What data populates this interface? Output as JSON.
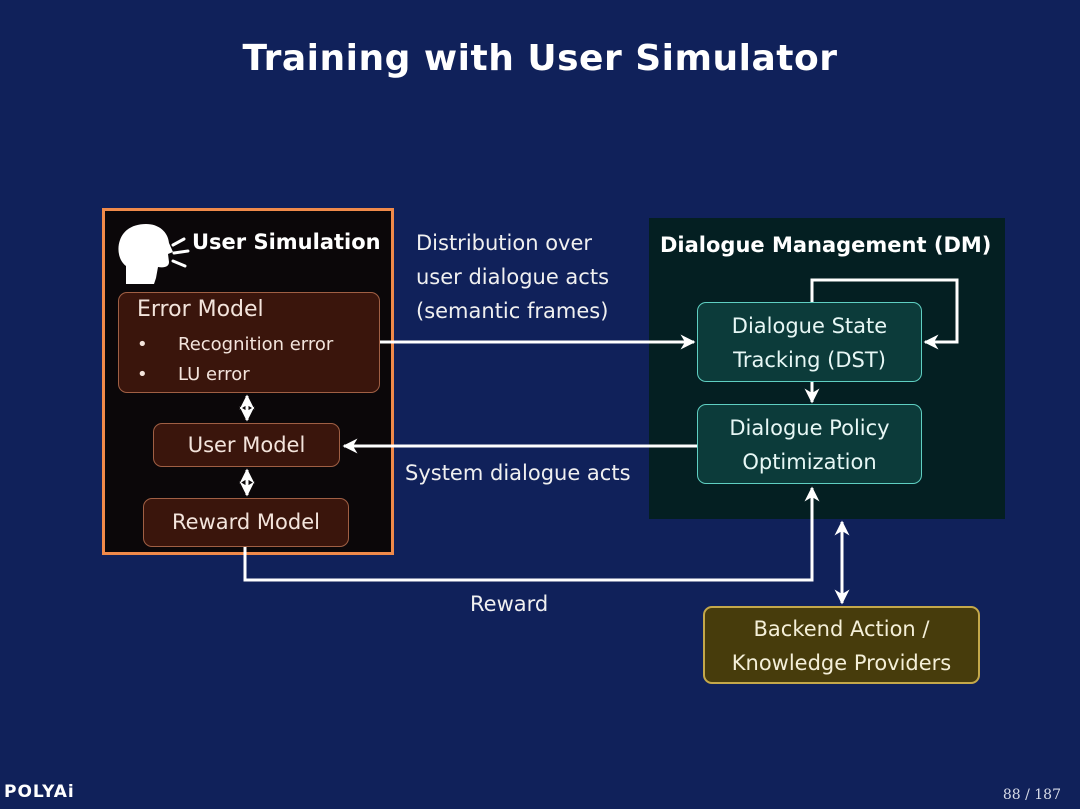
{
  "slide": {
    "title": "Training with User Simulator",
    "page_number": "88 / 187",
    "brand": "POLYAi"
  },
  "user_simulation": {
    "heading": "User Simulation",
    "icon": "speaking-head-icon",
    "error_model": {
      "title": "Error Model",
      "items": [
        "Recognition error",
        "LU error"
      ]
    },
    "user_model": "User Model",
    "reward_model": "Reward Model"
  },
  "dialogue_management": {
    "heading": "Dialogue Management (DM)",
    "dst": {
      "line1": "Dialogue State",
      "line2": "Tracking (DST)"
    },
    "dpo": {
      "line1": "Dialogue Policy",
      "line2": "Optimization"
    }
  },
  "backend": {
    "line1": "Backend Action /",
    "line2": "Knowledge Providers"
  },
  "edges": {
    "distribution": [
      "Distribution over",
      "user dialogue acts",
      "(semantic frames)"
    ],
    "system_acts": "System dialogue acts",
    "reward": "Reward"
  },
  "colors": {
    "background": "#10215a",
    "user_sim_border": "#f08a4a",
    "user_sim_panel": "#0b0709",
    "brown_box": "#3a150c",
    "dm_panel": "#041f22",
    "teal_box": "#0c3b3a",
    "teal_border": "#5fcfc2",
    "backend_box": "#473c0c",
    "backend_border": "#c4a84a",
    "arrow": "#ffffff"
  }
}
